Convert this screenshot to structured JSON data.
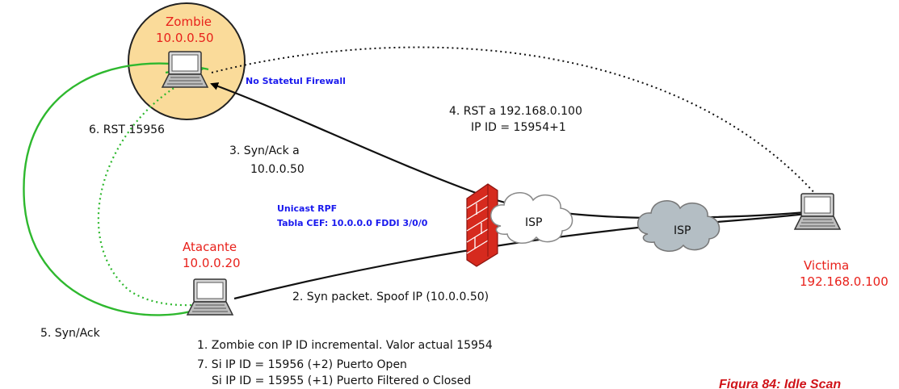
{
  "nodes": {
    "zombie": {
      "name": "Zombie",
      "ip": "10.0.0.50"
    },
    "attacker": {
      "name": "Atacante",
      "ip": "10.0.0.20"
    },
    "victim": {
      "name": "Victima",
      "ip": "192.168.0.100"
    }
  },
  "clouds": {
    "isp1": "ISP",
    "isp2": "ISP"
  },
  "notes": {
    "firewall": "No Statetul Firewall",
    "rpf_line1": "Unicast RPF",
    "rpf_line2": "Tabla CEF:  10.0.0.0 FDDI 3/0/0"
  },
  "steps": {
    "s1": "1. Zombie con IP ID incremental. Valor actual 15954",
    "s2": "2. Syn packet. Spoof IP (10.0.0.50)",
    "s3_line1": "3.  Syn/Ack a",
    "s3_line2": "10.0.0.50",
    "s4_line1": "4.  RST a 192.168.0.100",
    "s4_line2": "IP ID = 15954+1",
    "s5": "5.  Syn/Ack",
    "s6": "6.  RST 15956",
    "s7_line1": "7. Si IP ID = 15956 (+2)  Puerto Open",
    "s7_line2": "Si IP ID = 15955 (+1)  Puerto Filtered o Closed"
  },
  "caption": "Figura 84:  Idle Scan",
  "colors": {
    "zombie_fill": "#fadb9a",
    "green": "#2eb82e",
    "brick": "#d62a1e",
    "cloud_light": "#ffffff",
    "cloud_dark": "#b4bec4",
    "red_text": "#e8211b",
    "blue_text": "#1a1aee"
  }
}
